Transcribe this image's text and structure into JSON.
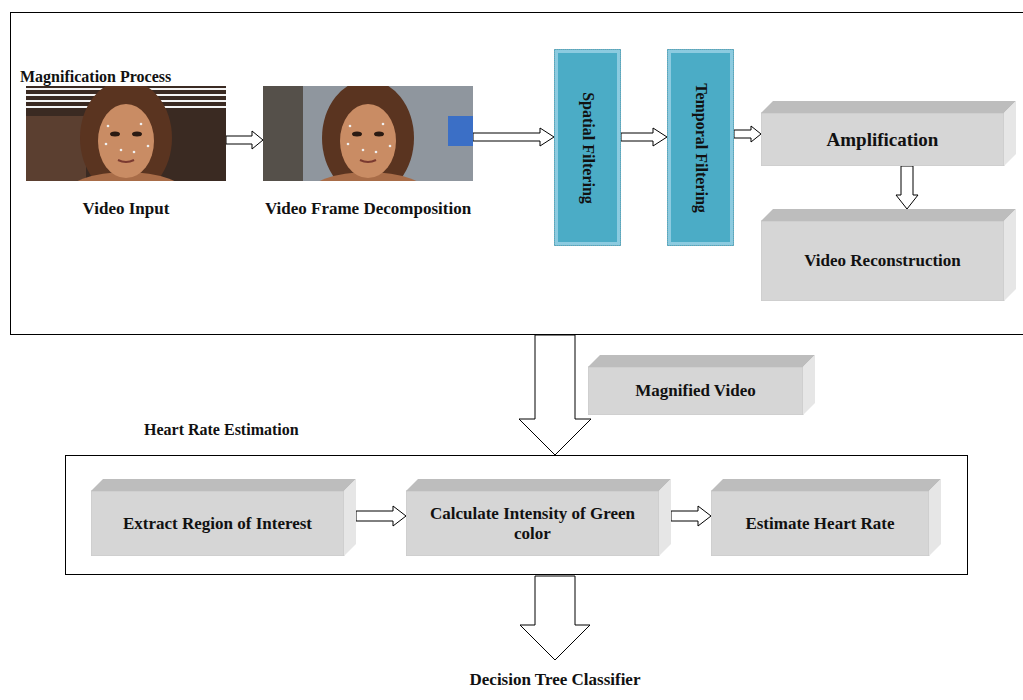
{
  "diagram": {
    "nodes": [
      {
        "text": [
          "Magnification Process"
        ]
      },
      {
        "text": [
          "Video Input"
        ],
        "in": 0
      },
      {
        "text": [
          "Video Frame Decomposition"
        ],
        "in": 0
      },
      {
        "text": [
          "Spatial Filtering"
        ],
        "in": 0
      },
      {
        "text": [
          "Temporal Filtering"
        ],
        "in": 0
      },
      {
        "text": [
          "Amplification"
        ],
        "in": 0
      },
      {
        "text": [
          "Video Reconstruction"
        ],
        "in": 0
      },
      {
        "text": [
          "Magnified Video"
        ]
      },
      {
        "text": [
          "Heart Rate Estimation"
        ]
      },
      {
        "text": [
          "Extract Region of Interest"
        ],
        "in": 8
      },
      {
        "text": [
          "Calculate Intensity of Green color"
        ],
        "in": 8
      },
      {
        "text": [
          "Estimate Heart Rate"
        ],
        "in": 8
      }
    ],
    "edges": [
      {
        "from": 1,
        "to": 2,
        "arrow": "to"
      },
      {
        "from": 2,
        "to": 3,
        "arrow": "to"
      },
      {
        "from": 3,
        "to": 4,
        "arrow": "to"
      },
      {
        "from": 4,
        "to": 5,
        "arrow": "to"
      },
      {
        "from": 5,
        "to": 6,
        "arrow": "to"
      },
      {
        "from": 0,
        "to": 8,
        "arrow": "to"
      },
      {
        "from": 9,
        "to": 10,
        "arrow": "to"
      },
      {
        "from": 10,
        "to": 11,
        "arrow": "to"
      }
    ],
    "labels": [
      "Decision Tree Classifier"
    ]
  }
}
